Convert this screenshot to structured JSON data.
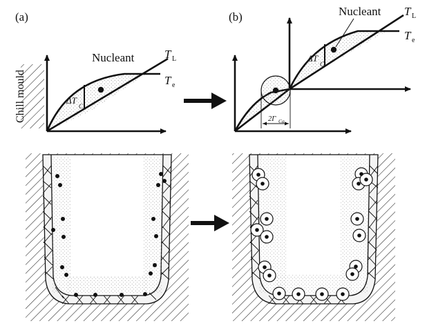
{
  "panels": {
    "a_label": "(a)",
    "b_label": "(b)"
  },
  "labels": {
    "chill_mould": "Chill mould",
    "nucleant_a": "Nucleant",
    "nucleant_b": "Nucleant",
    "T_L_main": "T",
    "T_L_sub": "L",
    "T_e_main": "T",
    "T_e_sub": "e",
    "delta_T": "ΔT",
    "delta_T_sub": "C",
    "gamma_prefix": "2Γ",
    "gamma_sub": "Ca"
  },
  "colors": {
    "ink": "#111111",
    "stipple": "#8a8a8a"
  },
  "icons": {
    "transition_arrow_top": "right-arrow",
    "transition_arrow_bottom": "right-arrow"
  }
}
